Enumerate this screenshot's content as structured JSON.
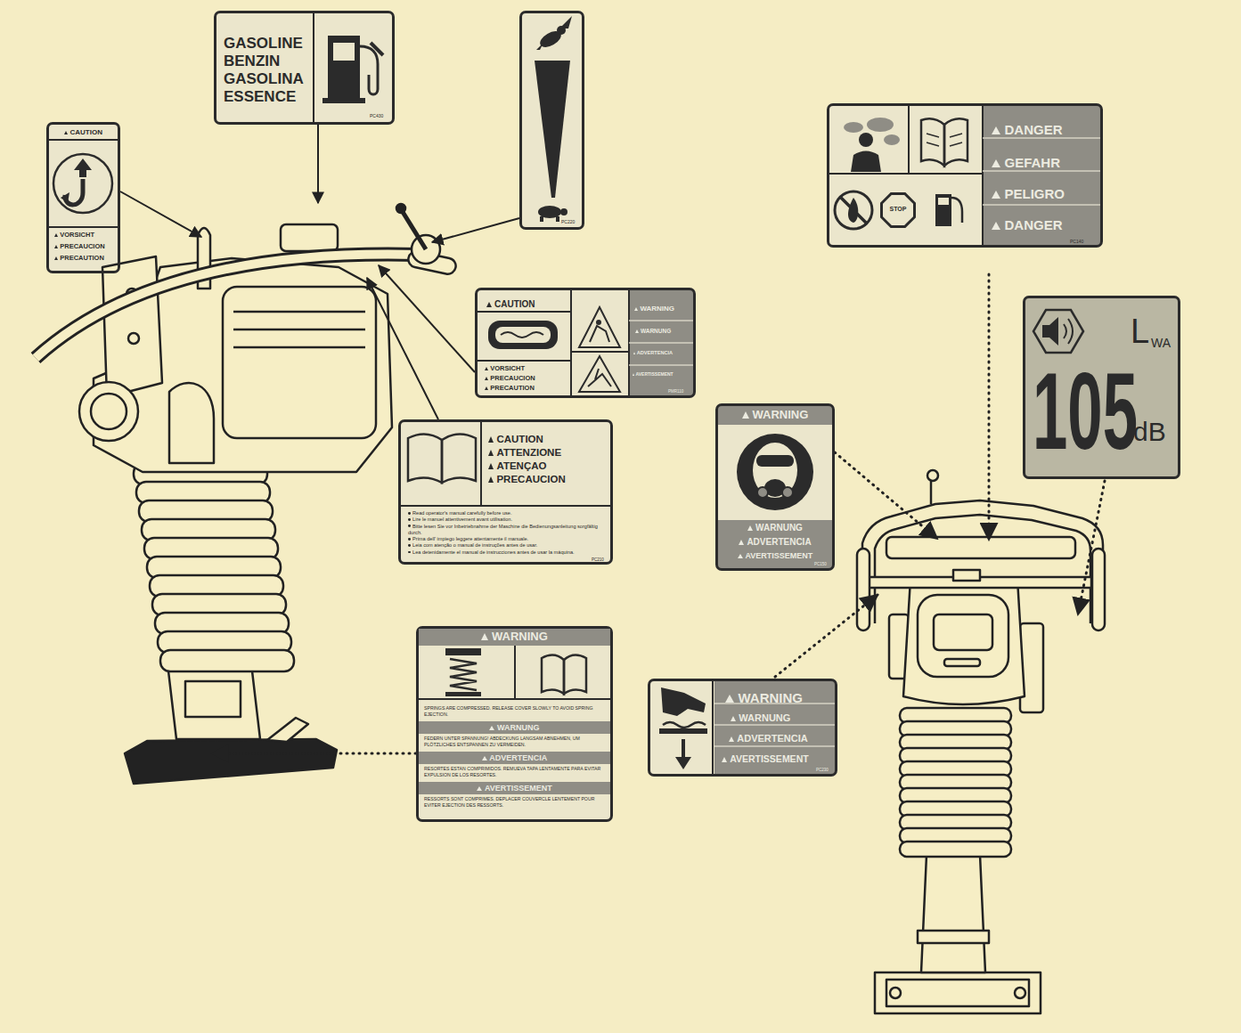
{
  "diagram": {
    "nodes": [
      {
        "text": [
          "GASOLINE BENZIN GASOLINA ESSENCE",
          "PC430"
        ]
      },
      {
        "text": [
          "PC220"
        ]
      },
      {
        "text": [
          "CAUTION",
          "VORSICHT",
          "PRECAUCION",
          "PRECAUTION"
        ]
      },
      {
        "text": [
          "DANGER",
          "GEFAHR",
          "PELIGRO",
          "DANGER",
          "STOP",
          "PC140"
        ]
      },
      {
        "text": [
          "CAUTION",
          "VORSICHT",
          "PRECAUCION",
          "PRECAUTION",
          "WARNING",
          "WARNUNG",
          "ADVERTENCIA",
          "AVERTISSEMENT",
          "PMR110"
        ]
      },
      {
        "text": [
          "L",
          "WA",
          "105",
          "dB"
        ]
      },
      {
        "text": [
          "CAUTION",
          "ATTENZIONE",
          "ATENÇAO",
          "PRECAUCION",
          "Read operator's manual carefully before use.",
          "Lire le manuel attentivement avant utilisation.",
          "Bitte lesen Sie vor Inbetriebnahme der Maschine die Bedienungsanleitung sorgfältig durch.",
          "Prima dell' impiego leggere attentamente il manuale.",
          "Leia com atenção o manual de instruções antes de usar.",
          "Lea detenidamente el manual de instrucciones antes de usar la máquina.",
          "PC210"
        ]
      },
      {
        "text": [
          "WARNING",
          "WARNUNG",
          "ADVERTENCIA",
          "AVERTISSEMENT",
          "PC150"
        ]
      },
      {
        "text": [
          "WARNING",
          "SPRINGS ARE COMPRESSED. RELEASE COVER SLOWLY TO AVOID SPRING EJECTION.",
          "WARNUNG",
          "FEDERN UNTER SPANNUNG! ABDECKUNG LANGSAM ABNEHMEN, UM PLÖTZLICHES ENTSPANNEN ZU VERMEIDEN.",
          "ADVERTENCIA",
          "RESORTES ESTAN COMPRIMIDOS. REMUEVA TAPA LENTAMENTE PARA EVITAR EXPULSION DE LOS RESORTES.",
          "AVERTISSEMENT",
          "RESSORTS SONT COMPRIMES. DEPLACER COUVERCLE LENTEMENT POUR EVITER EJECTION DES RESSORTS."
        ]
      },
      {
        "text": [
          "WARNING",
          "WARNUNG",
          "ADVERTENCIA",
          "AVERTISSEMENT",
          "PC230"
        ]
      }
    ]
  }
}
